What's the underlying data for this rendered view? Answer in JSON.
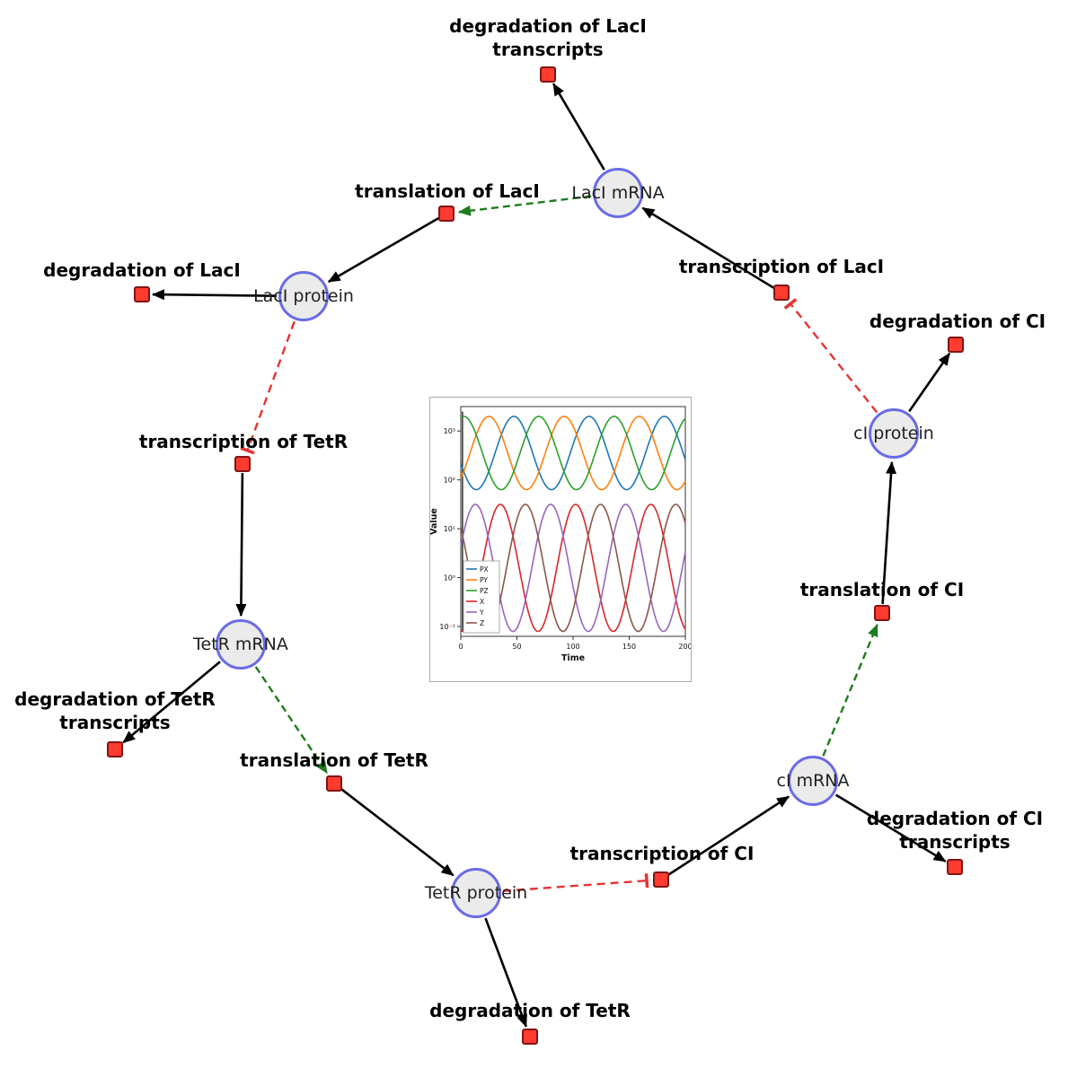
{
  "network": {
    "species": {
      "laci_mrna": {
        "label": "LacI mRNA"
      },
      "laci_protein": {
        "label": "LacI protein"
      },
      "tetr_mrna": {
        "label": "TetR mRNA"
      },
      "tetr_protein": {
        "label": "TetR protein"
      },
      "ci_mrna": {
        "label": "cI mRNA"
      },
      "ci_protein": {
        "label": "cI protein"
      }
    },
    "reactions": {
      "degradation_of_laci_transcripts": {
        "label": "degradation of LacI transcripts"
      },
      "translation_of_laci": {
        "label": "translation of LacI"
      },
      "transcription_of_laci": {
        "label": "transcription of LacI"
      },
      "degradation_of_laci": {
        "label": "degradation of LacI"
      },
      "degradation_of_ci": {
        "label": "degradation of CI"
      },
      "transcription_of_tetr": {
        "label": "transcription of TetR"
      },
      "translation_of_ci": {
        "label": "translation of CI"
      },
      "degradation_of_tetr_transcripts": {
        "label": "degradation of TetR transcripts"
      },
      "translation_of_tetr": {
        "label": "translation of TetR"
      },
      "degradation_of_ci_transcripts": {
        "label": "degradation of CI transcripts"
      },
      "transcription_of_ci": {
        "label": "transcription of CI"
      },
      "degradation_of_tetr": {
        "label": "degradation of TetR"
      }
    },
    "colors": {
      "species_fill": "#ebebeb",
      "species_border": "#6b6be6",
      "reaction_fill": "#ff3b30",
      "reaction_border": "#801515",
      "edge_reaction": "#000000",
      "edge_modifier": "#1d7d1d",
      "edge_inhibition": "#e63333"
    }
  },
  "chart_data": {
    "type": "line",
    "title": "",
    "xlabel": "Time",
    "ylabel": "Value",
    "yscale": "log",
    "x_range": [
      0,
      200
    ],
    "log_range": [
      -1.2,
      3.5
    ],
    "x_ticks": [
      0,
      50,
      100,
      150,
      200
    ],
    "y_ticks": [
      -1,
      0,
      1,
      2,
      3
    ],
    "y_tick_labels": [
      "10⁻¹",
      "10⁰",
      "10¹",
      "10²",
      "10³"
    ],
    "legend_position": "lower left",
    "grid": false,
    "initial_transient": {
      "t": 1.5,
      "log_from": 3.4,
      "log_to": -1.1
    },
    "series": [
      {
        "name": "PX",
        "color": "#1f77b4",
        "log_mid": 2.55,
        "log_amp": 0.75,
        "period": 67,
        "shift": 30.5
      },
      {
        "name": "PY",
        "color": "#ff7f0e",
        "log_mid": 2.55,
        "log_amp": 0.75,
        "period": 67,
        "shift": 8.25
      },
      {
        "name": "PZ",
        "color": "#2ca02c",
        "log_mid": 2.55,
        "log_amp": 0.75,
        "period": 67,
        "shift": 52.75
      },
      {
        "name": "X",
        "color": "#d62728",
        "log_mid": 0.2,
        "log_amp": 1.3,
        "period": 67,
        "shift": 18.5
      },
      {
        "name": "Y",
        "color": "#9467bd",
        "log_mid": 0.2,
        "log_amp": 1.3,
        "period": 67,
        "shift": -3.75
      },
      {
        "name": "Z",
        "color": "#8c564b",
        "log_mid": 0.2,
        "log_amp": 1.3,
        "period": 67,
        "shift": 40.75
      }
    ]
  }
}
